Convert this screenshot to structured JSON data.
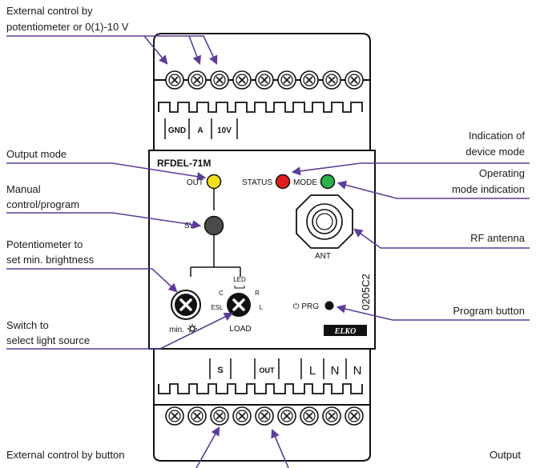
{
  "device": {
    "model": "RFDEL-71M",
    "top_terminals": [
      "GND",
      "A",
      "10V"
    ],
    "bottom_terminals": [
      "S",
      "OUT",
      "L",
      "N",
      "N"
    ],
    "labels": {
      "out": "OUT",
      "status": "STATUS",
      "mode": "MODE",
      "sw": "SW",
      "ant": "ANT",
      "prg": "⏻ PRG",
      "led": "LED",
      "c": "C",
      "r": "R",
      "esl": "ESL",
      "l": "L",
      "min": "min.",
      "load": "LOAD",
      "code": "0205C2",
      "brand": "ELKO"
    },
    "colors": {
      "out_led": "#f5e11a",
      "status_led": "#e21d1d",
      "mode_led": "#2bb04a",
      "sw_button": "#4a4a4a",
      "prg_button": "#111111",
      "arrow": "#5b3d97"
    }
  },
  "callouts": {
    "external_control_line1": "External control by",
    "external_control_line2": "potentiometer or 0(1)-10 V",
    "output_mode": "Output mode",
    "manual_line1": "Manual",
    "manual_line2": "control/program",
    "pot_line1": "Potentiometer to",
    "pot_line2": "set min. brightness",
    "switch_line1": "Switch to",
    "switch_line2": "select light source",
    "ext_button": "External control by button",
    "output": "Output",
    "indication_line1": "Indication of",
    "indication_line2": "device mode",
    "operating_line1": "Operating",
    "operating_line2": "mode indication",
    "rf_antenna": "RF antenna",
    "program_button": "Program button"
  }
}
